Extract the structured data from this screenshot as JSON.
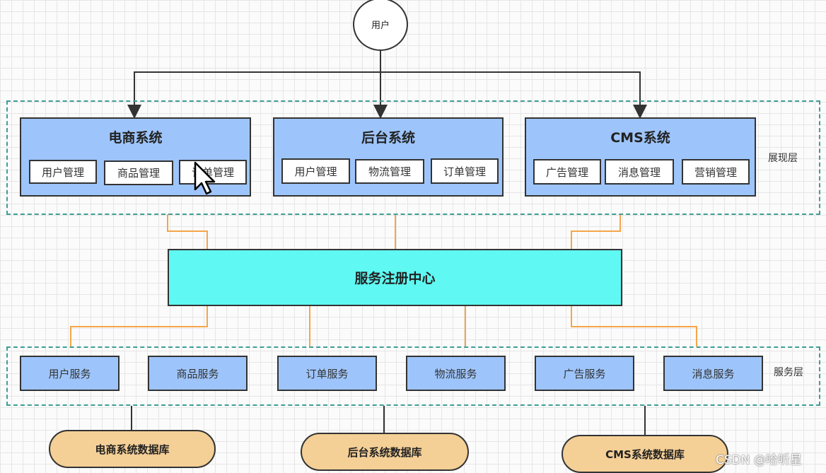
{
  "user": {
    "label": "用户"
  },
  "presentation_layer": {
    "label": "展现层",
    "systems": [
      {
        "title": "电商系统",
        "modules": [
          "用户管理",
          "商品管理",
          "订单管理"
        ]
      },
      {
        "title": "后台系统",
        "modules": [
          "用户管理",
          "物流管理",
          "订单管理"
        ]
      },
      {
        "title": "CMS系统",
        "modules": [
          "广告管理",
          "消息管理",
          "营销管理"
        ]
      }
    ]
  },
  "registry": {
    "label": "服务注册中心"
  },
  "service_layer": {
    "label": "服务层",
    "services": [
      "用户服务",
      "商品服务",
      "订单服务",
      "物流服务",
      "广告服务",
      "消息服务"
    ]
  },
  "databases": [
    "电商系统数据库",
    "后台系统数据库",
    "CMS系统数据库"
  ],
  "watermark": "CSDN @哈听星",
  "colors": {
    "system_fill": "#9ec5fb",
    "registry_fill": "#5ff8f2",
    "database_fill": "#f4cf96",
    "connector_orange": "#f5a64a",
    "zone_border": "#3f9e96"
  }
}
